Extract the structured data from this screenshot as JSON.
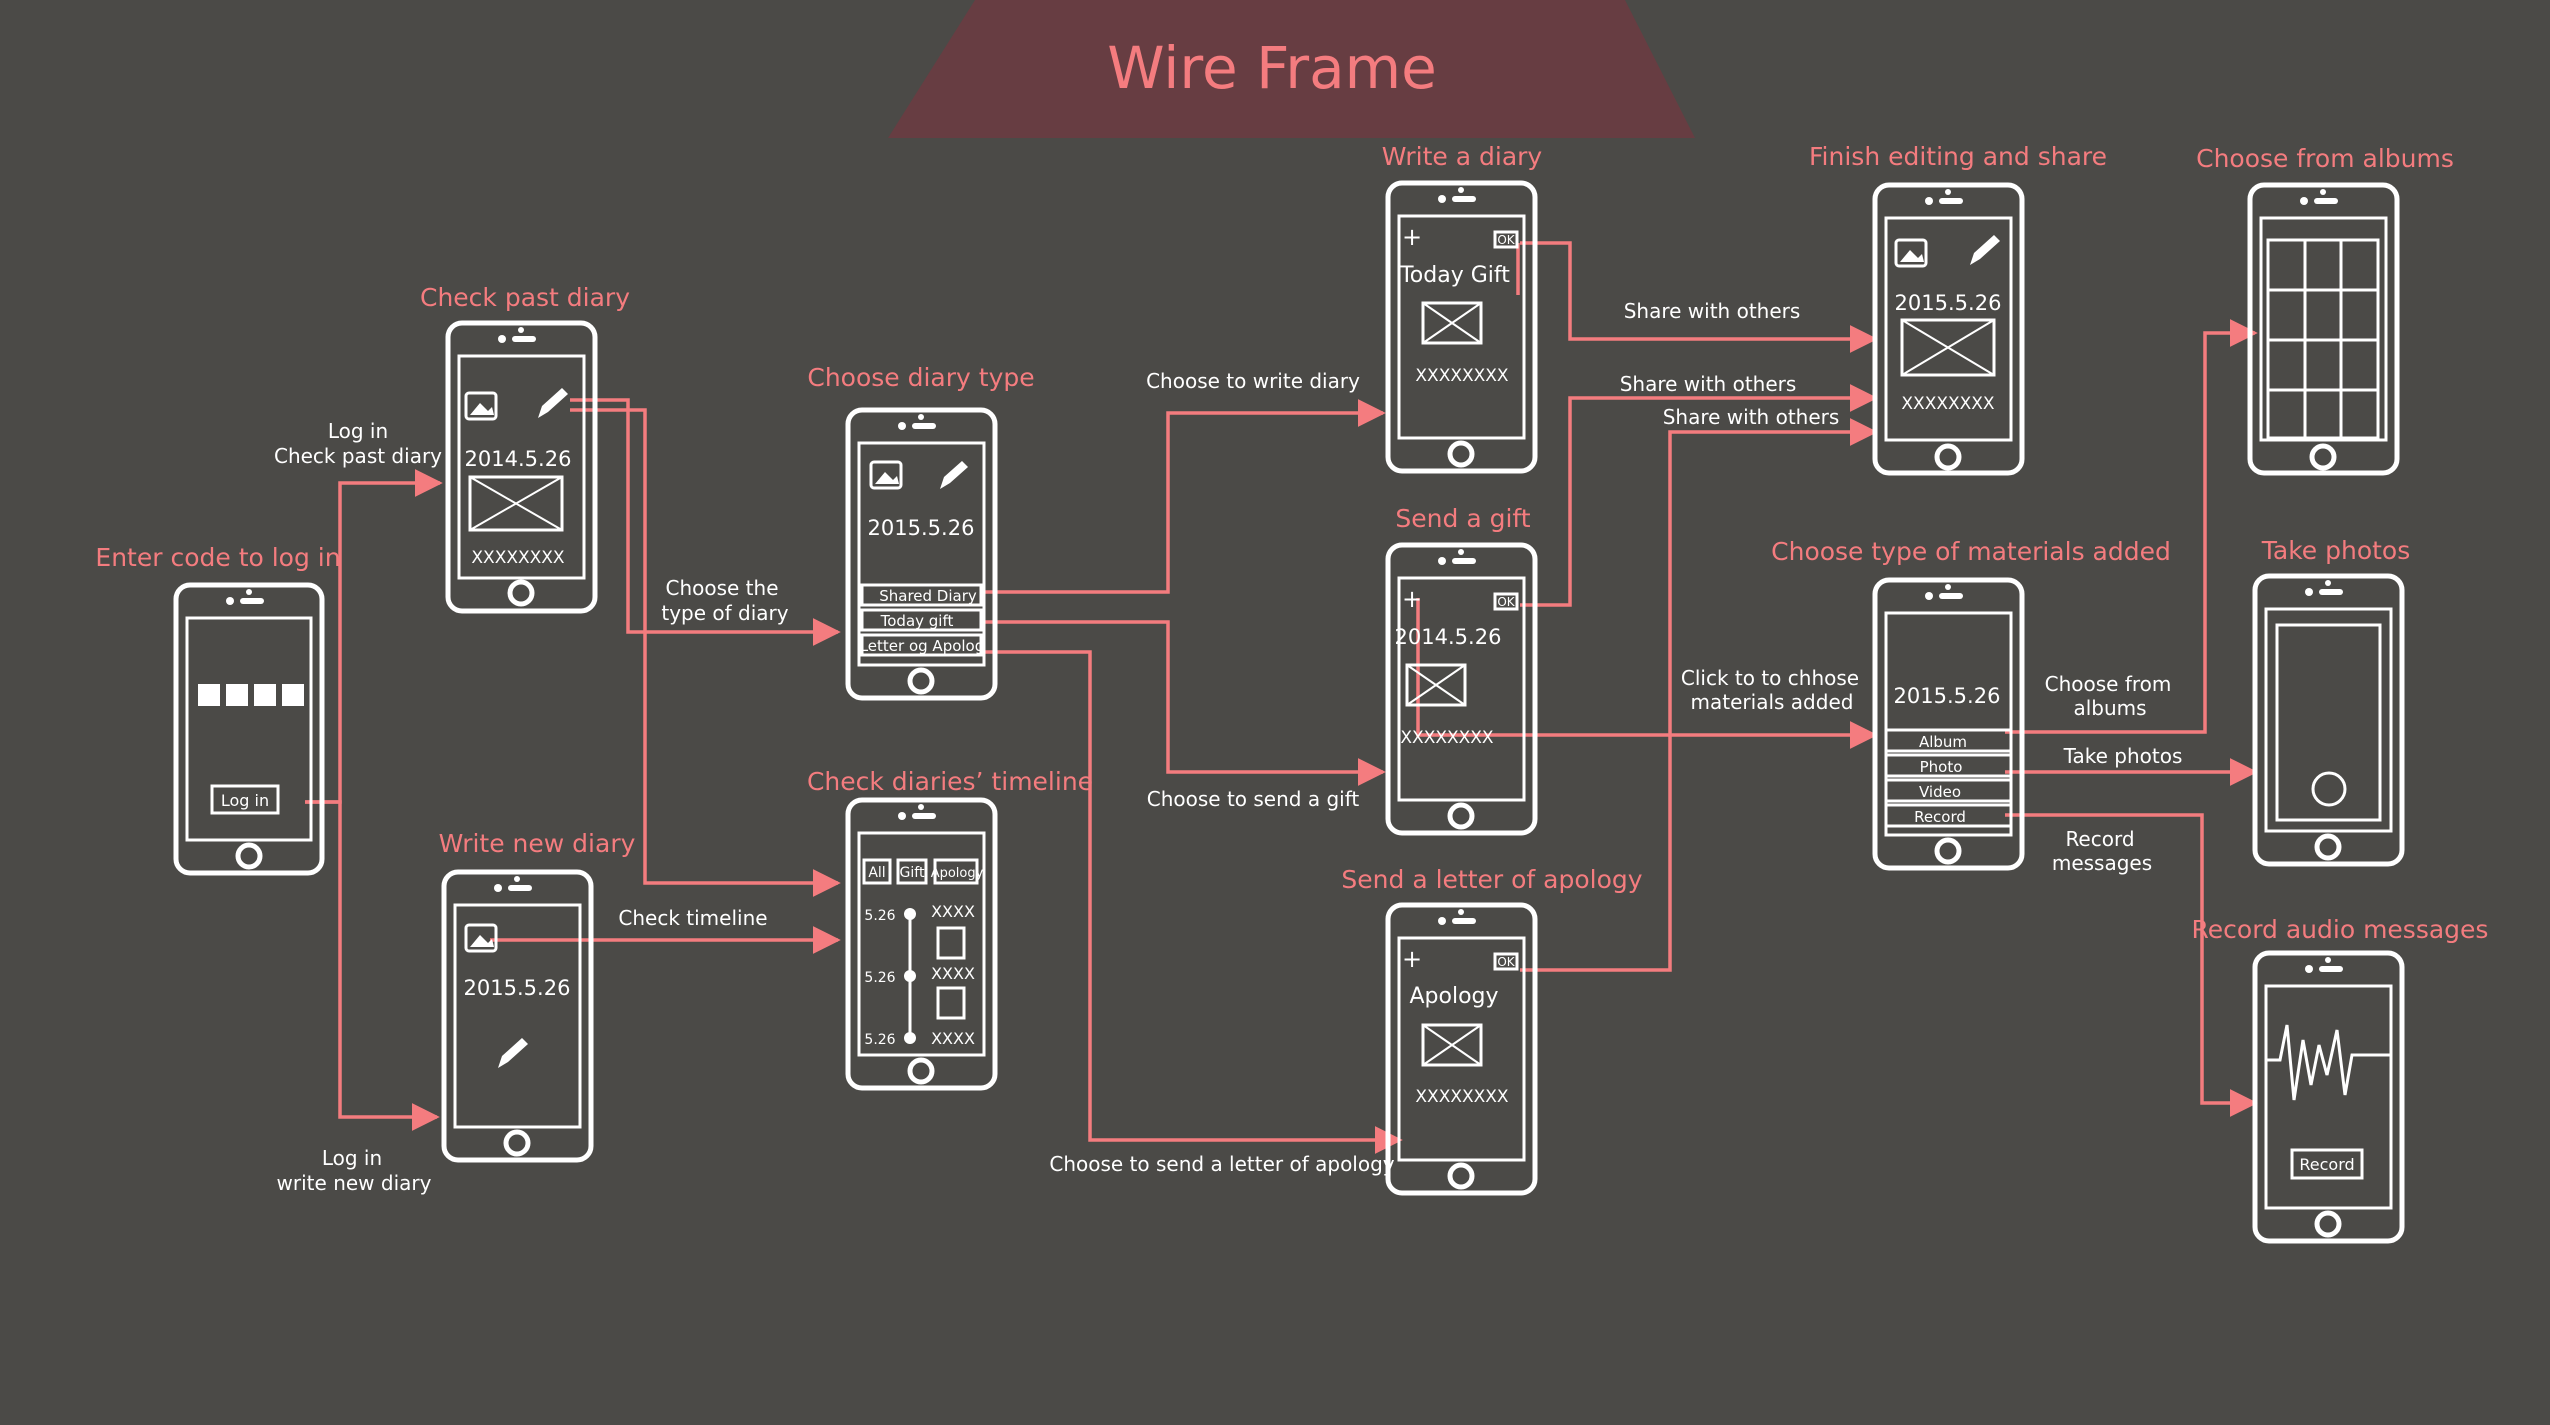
{
  "title": "Wire Frame",
  "colors": {
    "background": "#4b4a47",
    "accent": "#f47c7f",
    "banner": "#673d42",
    "wire": "#ffffff"
  },
  "screens": {
    "login": {
      "title": "Enter code to log in",
      "button": "Log in"
    },
    "check_past": {
      "title": "Check past diary",
      "date": "2014.5.26",
      "text": "XXXXXXXX"
    },
    "write_new": {
      "title": "Write new diary",
      "date": "2015.5.26"
    },
    "choose_type": {
      "title": "Choose diary type",
      "date": "2015.5.26",
      "options": [
        "Shared Diary",
        "Today gift",
        "Letter og Apolog"
      ]
    },
    "timeline": {
      "title": "Check diaries’ timeline",
      "tabs": [
        "All",
        "Gift",
        "Apology"
      ],
      "rows": [
        {
          "date": "5.26",
          "label": "XXXX"
        },
        {
          "date": "5.26",
          "label": "XXXX"
        },
        {
          "date": "5.26",
          "label": "XXXX"
        }
      ]
    },
    "write_diary": {
      "title": "Write a diary",
      "heading": "Today Gift",
      "text": "XXXXXXXX",
      "ok": "OK"
    },
    "send_gift": {
      "title": "Send a gift",
      "date": "2014.5.26",
      "text": "XXXXXXXX",
      "ok": "OK"
    },
    "apology": {
      "title": "Send a letter of apology",
      "heading": "Apology",
      "text": "XXXXXXXX",
      "ok": "OK"
    },
    "finish": {
      "title": "Finish editing and share",
      "date": "2015.5.26",
      "text": "XXXXXXXX"
    },
    "materials": {
      "title": "Choose type of materials added",
      "date": "2015.5.26",
      "options": [
        "Album",
        "Photo",
        "Video",
        "Record"
      ]
    },
    "albums": {
      "title": "Choose from albums"
    },
    "photos": {
      "title": "Take photos"
    },
    "record": {
      "title": "Record audio messages",
      "button": "Record"
    }
  },
  "edges": {
    "login_check": [
      "Log in",
      "Check  past diary"
    ],
    "login_write": [
      "Log in",
      "write new diary"
    ],
    "choose_type": [
      "Choose the",
      "type of  diary"
    ],
    "check_timeline": "Check timeline",
    "write_diary": "Choose to write diary",
    "send_gift": "Choose to send a gift",
    "send_apology": "Choose to send a letter of apology",
    "share1": "Share with others",
    "share2": "Share with others",
    "share3": "Share with others",
    "add_materials": [
      "Click to to chhose",
      "materials added"
    ],
    "from_albums": [
      "Choose from",
      "albums"
    ],
    "take_photos": "Take photos",
    "record_messages": [
      "Record",
      "messages"
    ]
  }
}
